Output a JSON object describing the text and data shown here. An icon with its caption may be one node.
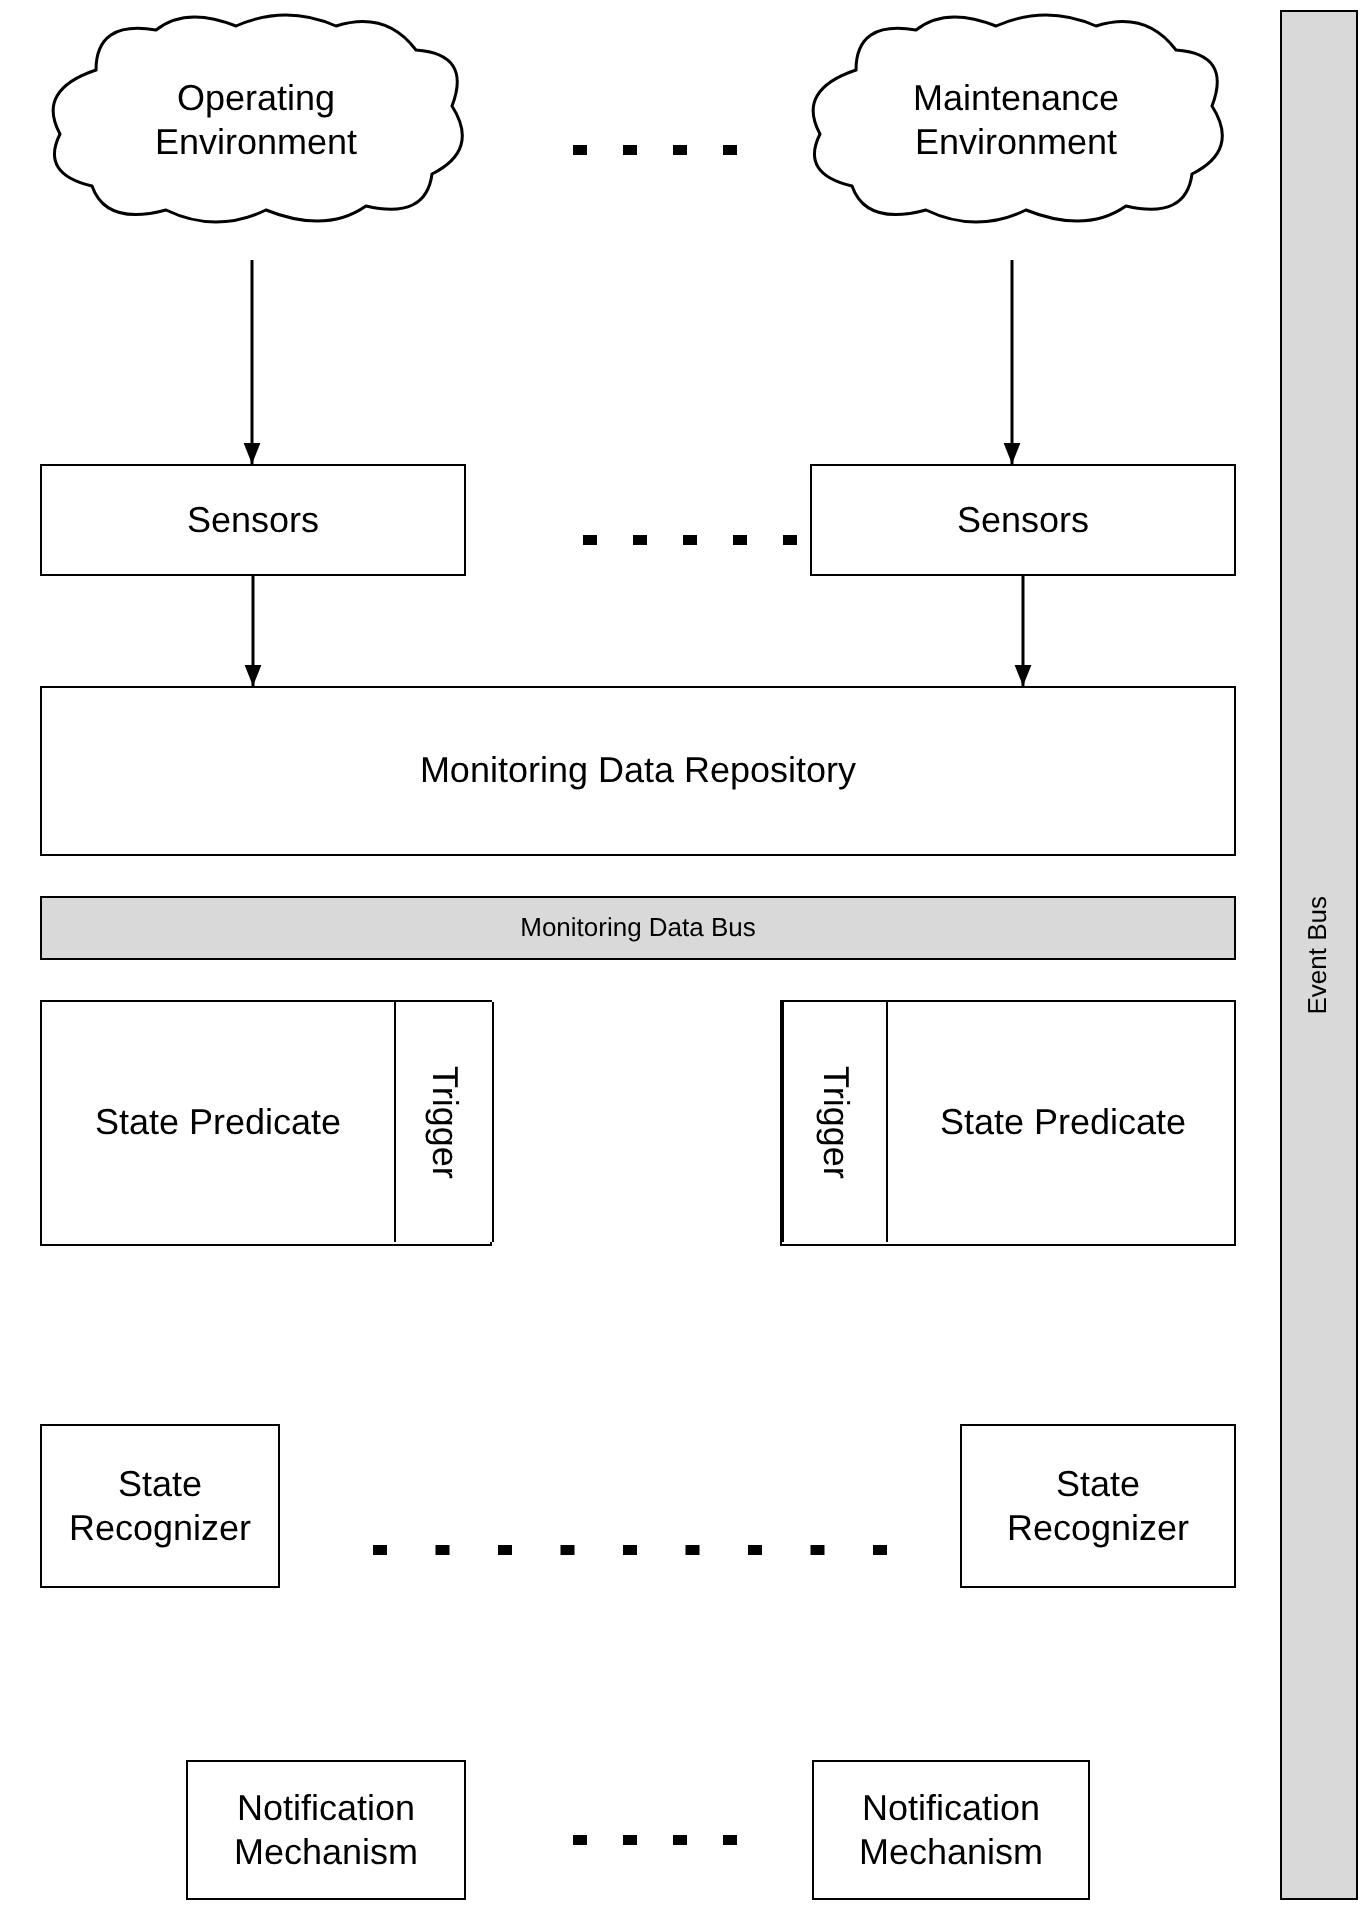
{
  "diagram": {
    "nodes": [
      {
        "text": [
          "Operating Environment"
        ]
      },
      {
        "text": [
          "Maintenance Environment"
        ]
      },
      {
        "text": [
          "Sensors"
        ]
      },
      {
        "text": [
          "Sensors"
        ]
      },
      {
        "text": [
          "Monitoring Data Repository"
        ]
      },
      {
        "text": [
          "Monitoring Data Bus"
        ]
      },
      {
        "text": [
          "State Predicate"
        ]
      },
      {
        "text": [
          "Trigger"
        ],
        "in": 6
      },
      {
        "text": [
          "State Predicate"
        ]
      },
      {
        "text": [
          "Trigger"
        ],
        "in": 8
      },
      {
        "text": [
          "State Recognizer"
        ]
      },
      {
        "text": [
          "State Recognizer"
        ]
      },
      {
        "text": [
          "Notification Mechanism"
        ]
      },
      {
        "text": [
          "Notification Mechanism"
        ]
      },
      {
        "text": [
          "Event Bus"
        ]
      }
    ],
    "edges": [
      {
        "from": 0,
        "to": 2,
        "arrow": "to"
      },
      {
        "from": 1,
        "to": 3,
        "arrow": "to"
      },
      {
        "from": 2,
        "to": 4,
        "arrow": "to"
      },
      {
        "from": 3,
        "to": 4,
        "arrow": "to"
      }
    ]
  }
}
